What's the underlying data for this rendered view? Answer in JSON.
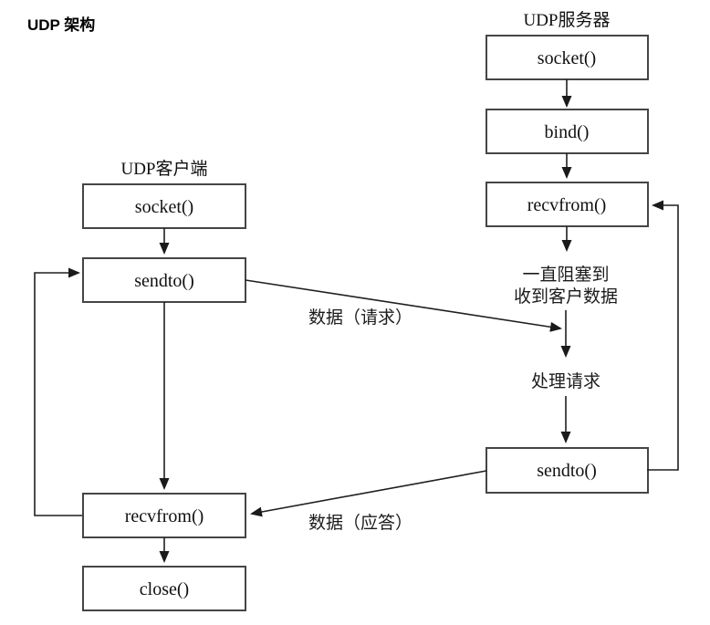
{
  "page": {
    "title": "UDP 架构"
  },
  "client": {
    "title": "UDP客户端",
    "socket": "socket()",
    "sendto": "sendto()",
    "recvfrom": "recvfrom()",
    "close": "close()"
  },
  "server": {
    "title": "UDP服务器",
    "socket": "socket()",
    "bind": "bind()",
    "recvfrom": "recvfrom()",
    "sendto": "sendto()",
    "block_note_line1": "一直阻塞到",
    "block_note_line2": "收到客户数据",
    "process_note": "处理请求"
  },
  "edges": {
    "request_label": "数据（请求）",
    "reply_label": "数据（应答）"
  },
  "colors": {
    "background": "#ffffff",
    "box_border": "#454545",
    "arrow": "#1a1a1a",
    "text": "#101010"
  }
}
